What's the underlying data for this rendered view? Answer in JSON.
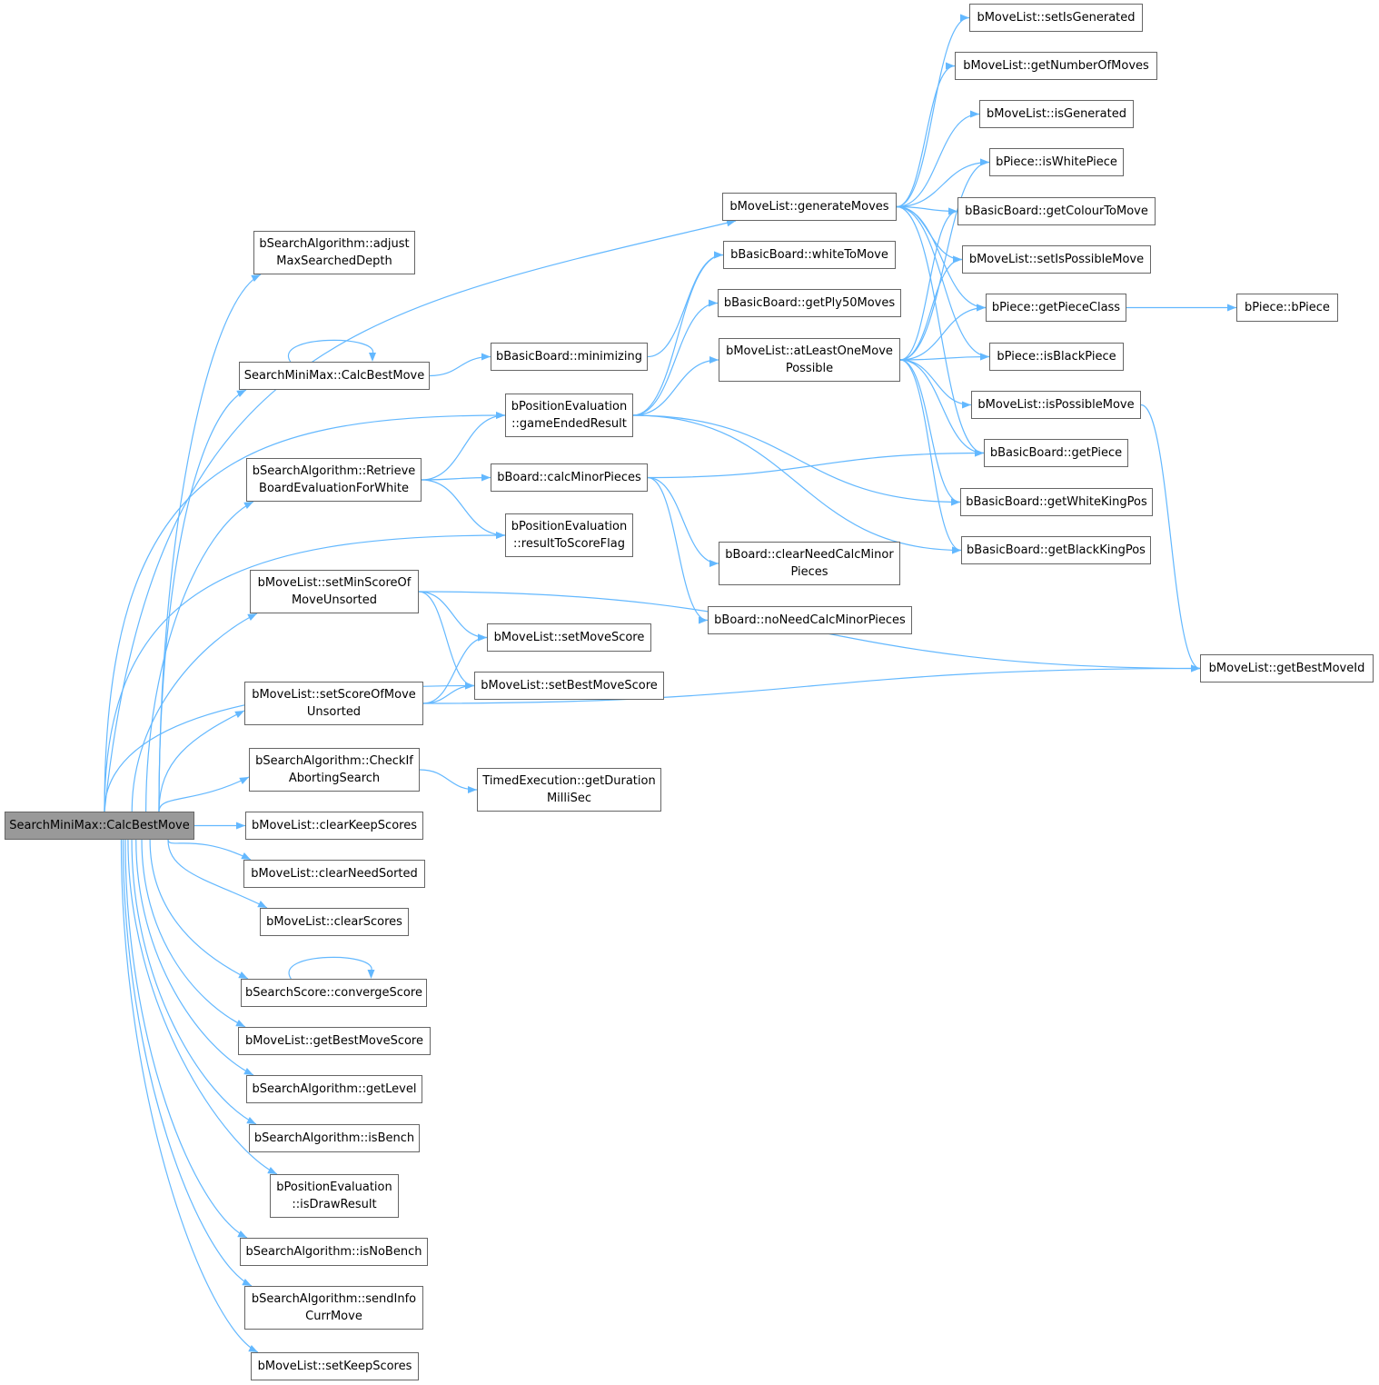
{
  "edge_color": "#63b8ff",
  "root_fill": "#999999",
  "nodes": [
    {
      "id": "root",
      "label": "SearchMiniMax::CalcBestMove",
      "root": true
    },
    {
      "id": "adjust",
      "label": "bSearchAlgorithm::adjust\nMaxSearchedDepth"
    },
    {
      "id": "cbm2",
      "label": "SearchMiniMax::CalcBestMove"
    },
    {
      "id": "retrieve",
      "label": "bSearchAlgorithm::Retrieve\nBoardEvaluationForWhite"
    },
    {
      "id": "setMinScore",
      "label": "bMoveList::setMinScoreOf\nMoveUnsorted"
    },
    {
      "id": "setScoreOf",
      "label": "bMoveList::setScoreOfMove\nUnsorted"
    },
    {
      "id": "checkIf",
      "label": "bSearchAlgorithm::CheckIf\nAbortingSearch"
    },
    {
      "id": "clearKeep",
      "label": "bMoveList::clearKeepScores"
    },
    {
      "id": "clearNeed",
      "label": "bMoveList::clearNeedSorted"
    },
    {
      "id": "clearScores",
      "label": "bMoveList::clearScores"
    },
    {
      "id": "converge",
      "label": "bSearchScore::convergeScore"
    },
    {
      "id": "getBestMoveScore",
      "label": "bMoveList::getBestMoveScore"
    },
    {
      "id": "getLevel",
      "label": "bSearchAlgorithm::getLevel"
    },
    {
      "id": "isBench",
      "label": "bSearchAlgorithm::isBench"
    },
    {
      "id": "isDraw",
      "label": "bPositionEvaluation\n::isDrawResult"
    },
    {
      "id": "isNoBench",
      "label": "bSearchAlgorithm::isNoBench"
    },
    {
      "id": "sendInfo",
      "label": "bSearchAlgorithm::sendInfo\nCurrMove"
    },
    {
      "id": "setKeep",
      "label": "bMoveList::setKeepScores"
    },
    {
      "id": "minimizing",
      "label": "bBasicBoard::minimizing"
    },
    {
      "id": "gameEnded",
      "label": "bPositionEvaluation\n::gameEndedResult"
    },
    {
      "id": "calcMinor",
      "label": "bBoard::calcMinorPieces"
    },
    {
      "id": "resultToScore",
      "label": "bPositionEvaluation\n::resultToScoreFlag"
    },
    {
      "id": "setMoveScore",
      "label": "bMoveList::setMoveScore"
    },
    {
      "id": "setBestMoveScore",
      "label": "bMoveList::setBestMoveScore"
    },
    {
      "id": "getDuration",
      "label": "TimedExecution::getDuration\nMilliSec"
    },
    {
      "id": "generateMoves",
      "label": "bMoveList::generateMoves"
    },
    {
      "id": "whiteToMove",
      "label": "bBasicBoard::whiteToMove"
    },
    {
      "id": "getPly50",
      "label": "bBasicBoard::getPly50Moves"
    },
    {
      "id": "atLeastOne",
      "label": "bMoveList::atLeastOneMove\nPossible"
    },
    {
      "id": "clearNeedCalc",
      "label": "bBoard::clearNeedCalcMinor\nPieces"
    },
    {
      "id": "noNeedCalc",
      "label": "bBoard::noNeedCalcMinorPieces"
    },
    {
      "id": "setIsGenerated",
      "label": "bMoveList::setIsGenerated"
    },
    {
      "id": "getNumberOfMoves",
      "label": "bMoveList::getNumberOfMoves"
    },
    {
      "id": "isGenerated",
      "label": "bMoveList::isGenerated"
    },
    {
      "id": "isWhitePiece",
      "label": "bPiece::isWhitePiece"
    },
    {
      "id": "getColourToMove",
      "label": "bBasicBoard::getColourToMove"
    },
    {
      "id": "setIsPossibleMove",
      "label": "bMoveList::setIsPossibleMove"
    },
    {
      "id": "getPieceClass",
      "label": "bPiece::getPieceClass"
    },
    {
      "id": "isBlackPiece",
      "label": "bPiece::isBlackPiece"
    },
    {
      "id": "isPossibleMove",
      "label": "bMoveList::isPossibleMove"
    },
    {
      "id": "getPiece",
      "label": "bBasicBoard::getPiece"
    },
    {
      "id": "getWhiteKingPos",
      "label": "bBasicBoard::getWhiteKingPos"
    },
    {
      "id": "getBlackKingPos",
      "label": "bBasicBoard::getBlackKingPos"
    },
    {
      "id": "bPiece",
      "label": "bPiece::bPiece"
    },
    {
      "id": "getBestMoveId",
      "label": "bMoveList::getBestMoveId"
    }
  ],
  "edges": [
    [
      "root",
      "adjust"
    ],
    [
      "root",
      "cbm2"
    ],
    [
      "root",
      "retrieve"
    ],
    [
      "root",
      "setMinScore"
    ],
    [
      "root",
      "setScoreOf"
    ],
    [
      "root",
      "checkIf"
    ],
    [
      "root",
      "clearKeep"
    ],
    [
      "root",
      "clearNeed"
    ],
    [
      "root",
      "clearScores"
    ],
    [
      "root",
      "converge"
    ],
    [
      "root",
      "getBestMoveScore"
    ],
    [
      "root",
      "getLevel"
    ],
    [
      "root",
      "isBench"
    ],
    [
      "root",
      "isDraw"
    ],
    [
      "root",
      "isNoBench"
    ],
    [
      "root",
      "sendInfo"
    ],
    [
      "root",
      "setKeep"
    ],
    [
      "root",
      "generateMoves"
    ],
    [
      "root",
      "gameEnded"
    ],
    [
      "root",
      "resultToScore"
    ],
    [
      "root",
      "setBestMoveScore"
    ],
    [
      "cbm2",
      "cbm2"
    ],
    [
      "cbm2",
      "minimizing"
    ],
    [
      "converge",
      "converge"
    ],
    [
      "minimizing",
      "whiteToMove"
    ],
    [
      "gameEnded",
      "whiteToMove"
    ],
    [
      "gameEnded",
      "getPly50"
    ],
    [
      "gameEnded",
      "atLeastOne"
    ],
    [
      "gameEnded",
      "getWhiteKingPos"
    ],
    [
      "gameEnded",
      "getBlackKingPos"
    ],
    [
      "retrieve",
      "gameEnded"
    ],
    [
      "retrieve",
      "calcMinor"
    ],
    [
      "retrieve",
      "resultToScore"
    ],
    [
      "calcMinor",
      "getPiece"
    ],
    [
      "calcMinor",
      "clearNeedCalc"
    ],
    [
      "calcMinor",
      "noNeedCalc"
    ],
    [
      "setMinScore",
      "setMoveScore"
    ],
    [
      "setMinScore",
      "setBestMoveScore"
    ],
    [
      "setMinScore",
      "getBestMoveId"
    ],
    [
      "setScoreOf",
      "setMoveScore"
    ],
    [
      "setScoreOf",
      "setBestMoveScore"
    ],
    [
      "setScoreOf",
      "getBestMoveId"
    ],
    [
      "checkIf",
      "getDuration"
    ],
    [
      "generateMoves",
      "setIsGenerated"
    ],
    [
      "generateMoves",
      "getNumberOfMoves"
    ],
    [
      "generateMoves",
      "isGenerated"
    ],
    [
      "generateMoves",
      "isWhitePiece"
    ],
    [
      "generateMoves",
      "getColourToMove"
    ],
    [
      "generateMoves",
      "setIsPossibleMove"
    ],
    [
      "generateMoves",
      "getPieceClass"
    ],
    [
      "generateMoves",
      "isBlackPiece"
    ],
    [
      "generateMoves",
      "getPiece"
    ],
    [
      "atLeastOne",
      "isWhitePiece"
    ],
    [
      "atLeastOne",
      "getColourToMove"
    ],
    [
      "atLeastOne",
      "setIsPossibleMove"
    ],
    [
      "atLeastOne",
      "getPieceClass"
    ],
    [
      "atLeastOne",
      "isBlackPiece"
    ],
    [
      "atLeastOne",
      "isPossibleMove"
    ],
    [
      "atLeastOne",
      "getPiece"
    ],
    [
      "atLeastOne",
      "getWhiteKingPos"
    ],
    [
      "atLeastOne",
      "getBlackKingPos"
    ],
    [
      "getPieceClass",
      "bPiece"
    ],
    [
      "isPossibleMove",
      "getBestMoveId"
    ]
  ]
}
